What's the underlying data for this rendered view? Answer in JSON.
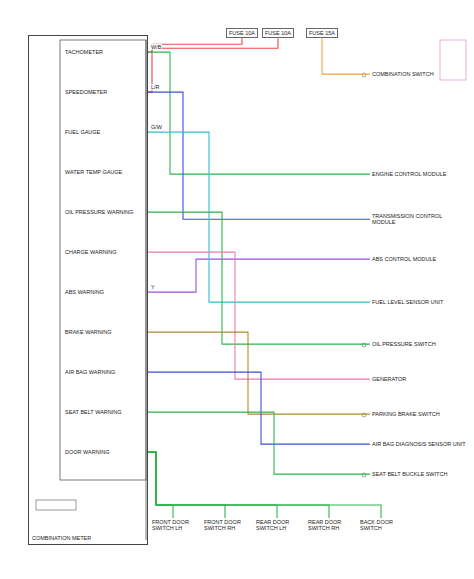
{
  "diagram": {
    "nodes": [
      {
        "text": [
          "COMBINATION METER"
        ]
      },
      {
        "text": [
          "TACHOMETER"
        ],
        "in": 0
      },
      {
        "text": [
          "SPEEDOMETER"
        ],
        "in": 0
      },
      {
        "text": [
          "FUEL GAUGE"
        ],
        "in": 0
      },
      {
        "text": [
          "WATER TEMP GAUGE"
        ],
        "in": 0
      },
      {
        "text": [
          "OIL PRESSURE WARNING"
        ],
        "in": 0
      },
      {
        "text": [
          "CHARGE WARNING"
        ],
        "in": 0
      },
      {
        "text": [
          "ABS WARNING"
        ],
        "in": 0
      },
      {
        "text": [
          "BRAKE WARNING"
        ],
        "in": 0
      },
      {
        "text": [
          "AIR BAG WARNING"
        ],
        "in": 0
      },
      {
        "text": [
          "SEAT BELT WARNING"
        ],
        "in": 0
      },
      {
        "text": [
          "DOOR WARNING"
        ],
        "in": 0
      },
      {
        "text": [
          "FUSE 10A"
        ]
      },
      {
        "text": [
          "FUSE 10A"
        ]
      },
      {
        "text": [
          "FUSE 15A"
        ]
      },
      {
        "text": [
          "COMBINATION SWITCH"
        ]
      },
      {
        "text": [
          "ENGINE CONTROL MODULE"
        ]
      },
      {
        "text": [
          "TRANSMISSION CONTROL MODULE"
        ]
      },
      {
        "text": [
          "ABS CONTROL MODULE"
        ]
      },
      {
        "text": [
          "FUEL LEVEL SENSOR UNIT"
        ]
      },
      {
        "text": [
          "OIL PRESSURE SWITCH"
        ]
      },
      {
        "text": [
          "GENERATOR"
        ]
      },
      {
        "text": [
          "PARKING BRAKE SWITCH"
        ]
      },
      {
        "text": [
          "AIR BAG DIAGNOSIS SENSOR UNIT"
        ]
      },
      {
        "text": [
          "SEAT BELT BUCKLE SWITCH"
        ]
      },
      {
        "text": [
          "FRONT DOOR SWITCH LH"
        ]
      },
      {
        "text": [
          "FRONT DOOR SWITCH RH"
        ]
      },
      {
        "text": [
          "REAR DOOR SWITCH LH"
        ]
      },
      {
        "text": [
          "REAR DOOR SWITCH RH"
        ]
      },
      {
        "text": [
          "BACK DOOR SWITCH"
        ]
      }
    ],
    "edges": [
      {
        "from": 12,
        "to": 1,
        "arrow": "none"
      },
      {
        "from": 13,
        "to": 2,
        "arrow": "none"
      },
      {
        "from": 14,
        "to": 15,
        "arrow": "none"
      },
      {
        "from": 1,
        "to": 16,
        "arrow": "none"
      },
      {
        "from": 2,
        "to": 17,
        "arrow": "none"
      },
      {
        "from": 7,
        "to": 18,
        "arrow": "none"
      },
      {
        "from": 3,
        "to": 19,
        "arrow": "none"
      },
      {
        "from": 5,
        "to": 20,
        "arrow": "none"
      },
      {
        "from": 6,
        "to": 21,
        "arrow": "none"
      },
      {
        "from": 8,
        "to": 22,
        "arrow": "none"
      },
      {
        "from": 9,
        "to": 23,
        "arrow": "none"
      },
      {
        "from": 10,
        "to": 24,
        "arrow": "none"
      },
      {
        "from": 11,
        "to": 25,
        "arrow": "none"
      },
      {
        "from": 11,
        "to": 26,
        "arrow": "none"
      },
      {
        "from": 11,
        "to": 27,
        "arrow": "none"
      },
      {
        "from": 11,
        "to": 28,
        "arrow": "none"
      },
      {
        "from": 11,
        "to": 29,
        "arrow": "none"
      }
    ],
    "labels": [
      "W/B",
      "L/R",
      "G/W",
      "Y"
    ]
  }
}
